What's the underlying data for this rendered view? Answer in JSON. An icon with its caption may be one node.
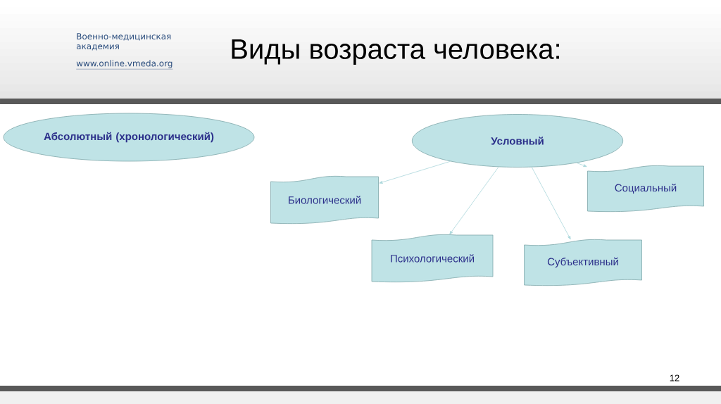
{
  "diagram": {
    "title": "Виды возраста человека:",
    "nodes": [
      {
        "text": [
          "Абсолютный (хронологический)"
        ]
      },
      {
        "text": [
          "Условный"
        ]
      },
      {
        "text": [
          "Биологический"
        ]
      },
      {
        "text": [
          "Психологический"
        ]
      },
      {
        "text": [
          "Субъективный"
        ]
      },
      {
        "text": [
          "Социальный"
        ]
      }
    ],
    "edges": [
      {
        "from": 1,
        "to": 2,
        "arrow": "to"
      },
      {
        "from": 1,
        "to": 3,
        "arrow": "to"
      },
      {
        "from": 1,
        "to": 4,
        "arrow": "to"
      },
      {
        "from": 1,
        "to": 5,
        "arrow": "to"
      }
    ],
    "labels": [
      "Военно-медицинская академия",
      "www.online.vmeda.org",
      "12"
    ]
  }
}
